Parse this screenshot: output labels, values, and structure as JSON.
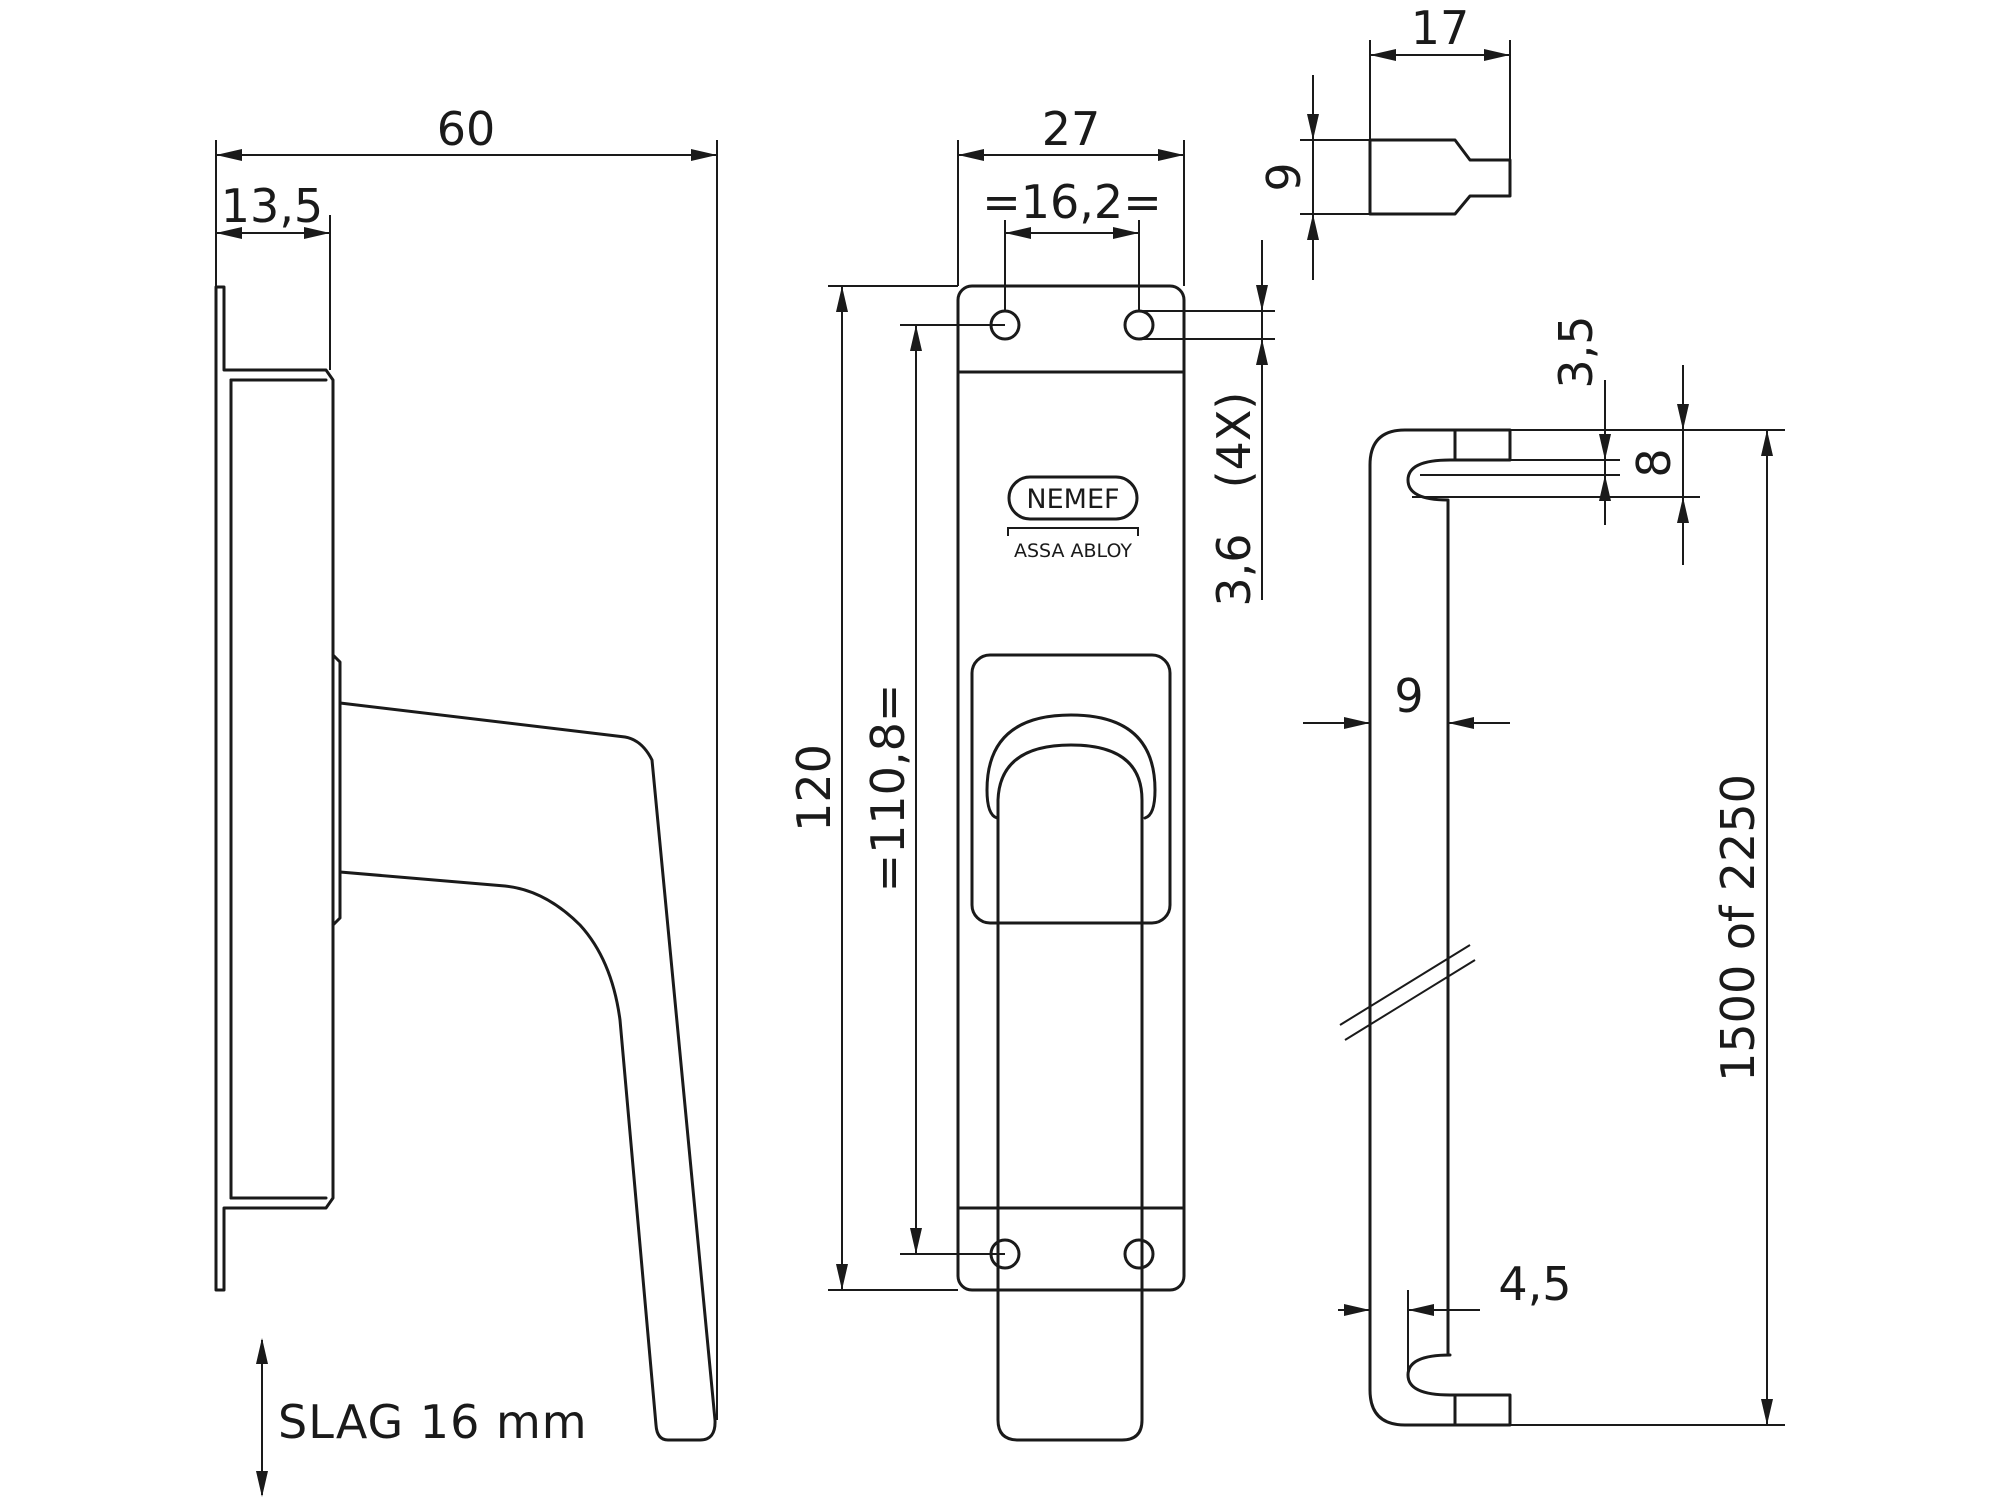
{
  "views": {
    "side": {
      "dim_overall": "60",
      "dim_offset": "13,5"
    },
    "front": {
      "dim_width": "27",
      "dim_hole_spacing": "=16,2=",
      "dim_height": "120",
      "dim_hole_distance": "=110,8=",
      "dim_hole": "3,6",
      "hole_count": "(4X)",
      "brand_name": "NEMEF",
      "brand_group": "ASSA ABLOY"
    },
    "end_piece": {
      "dim_length": "17",
      "dim_height": "9"
    },
    "rod": {
      "dim_top_step": "3,5",
      "dim_top_end": "8",
      "dim_thickness": "9",
      "dim_hook": "4,5",
      "dim_length": "1500 of 2250"
    }
  },
  "note": {
    "stroke_label": "SLAG 16 mm"
  }
}
